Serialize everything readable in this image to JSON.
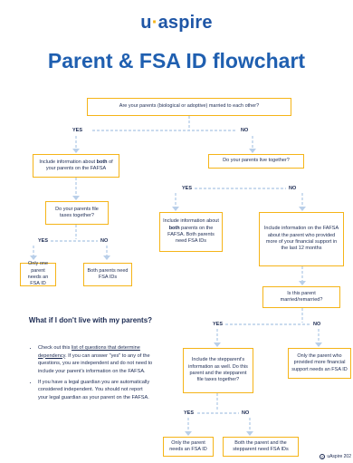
{
  "logo": {
    "part1": "u",
    "dot": "·",
    "part2": "aspire"
  },
  "title": "Parent & FSA ID flowchart",
  "q1": "Are your parents (biological or adoptive) married to each other?",
  "yes1": "YES",
  "no1": "NO",
  "b_both_pre": "Include information about ",
  "b_both_bold": "both",
  "b_both_post": " of your parents on the FAFSA",
  "q_together": "Do your parents live together?",
  "q_taxes": "Do your parents file taxes together?",
  "yes2": "YES",
  "no2": "NO",
  "yes3": "YES",
  "no3": "NO",
  "b_one": "Only one parent needs an FSA ID",
  "b_both_ids": "Both parents need FSA IDs",
  "b_lt_pre": "Include information about ",
  "b_lt_bold": "both",
  "b_lt_post": " parents on the FAFSA. Both parents need FSA IDs",
  "b_support": "Include information on the FAFSA about the parent who provided more of your financial support in the last 12 months",
  "q_married": "Is this parent married/remarried?",
  "yes4": "YES",
  "no4": "NO",
  "b_step": "Include the stepparent's information as well. Do this parent and the stepparent file taxes together?",
  "b_only_support": "Only the parent who provided more financial support needs an FSA ID",
  "yes5": "YES",
  "no5": "NO",
  "b_only_parent": "Only the parent needs an FSA ID",
  "b_both_step": "Both the parent and the stepparent need FSA IDs",
  "side": {
    "heading": "What if I don't live with my parents?",
    "item1_pre": "Check out this ",
    "item1_link": "list of questions that determine dependency",
    "item1_post": ". If you can answer \"yes\" to any of the questions, you are independent and do not need to include your parent's information on the FAFSA.",
    "item2": "If you have a legal guardian you are automatically considered independent. You should not report your legal guardian as your parent on the FAFSA."
  },
  "footer": {
    "cc": "©",
    "text": "uAspire 202"
  },
  "colors": {
    "accent": "#f5b418",
    "brand": "#1f5fb0",
    "line": "#b9cfe9"
  }
}
